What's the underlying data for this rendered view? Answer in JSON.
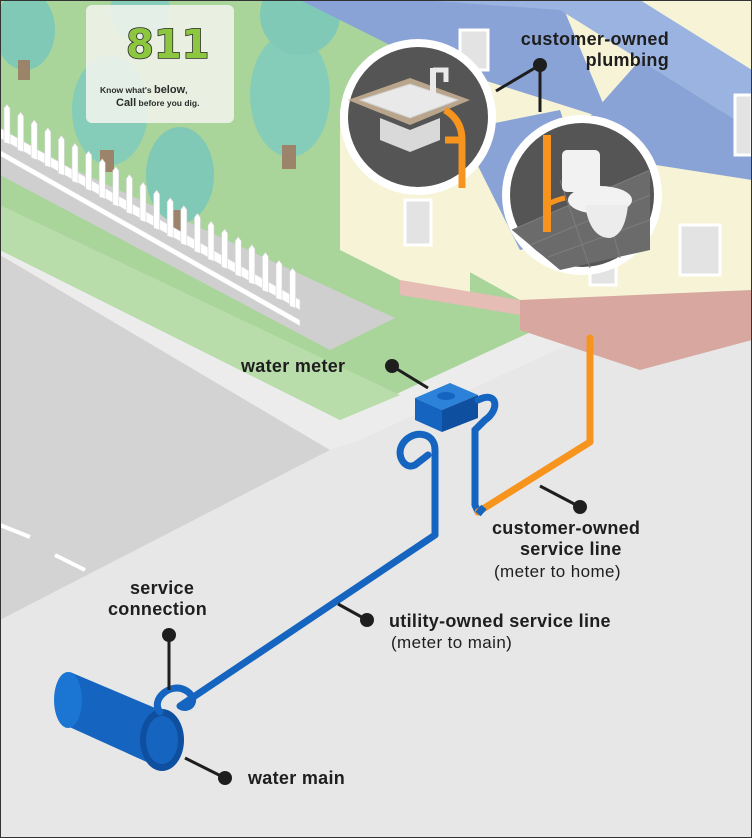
{
  "logo": {
    "number": "811",
    "tagline_1a": "Know what's ",
    "tagline_1b": "below",
    "tagline_1c": ",",
    "tagline_2a": "Call",
    "tagline_2b": " before you dig."
  },
  "labels": {
    "customer_plumbing_1": "customer-owned",
    "customer_plumbing_2": "plumbing",
    "water_meter": "water meter",
    "customer_line_1": "customer-owned",
    "customer_line_2": "service line",
    "customer_line_3": "(meter to home)",
    "service_connection_1": "service",
    "service_connection_2": "connection",
    "utility_line_1": "utility-owned service line",
    "utility_line_2": "(meter to main)",
    "water_main": "water main"
  },
  "colors": {
    "utility_pipe": "#1565c0",
    "customer_pipe": "#f7941d",
    "grass": "#a9d49a",
    "street": "#d6d6d6",
    "house_wall": "#f6f3d6",
    "roof": "#8aa3d6"
  }
}
